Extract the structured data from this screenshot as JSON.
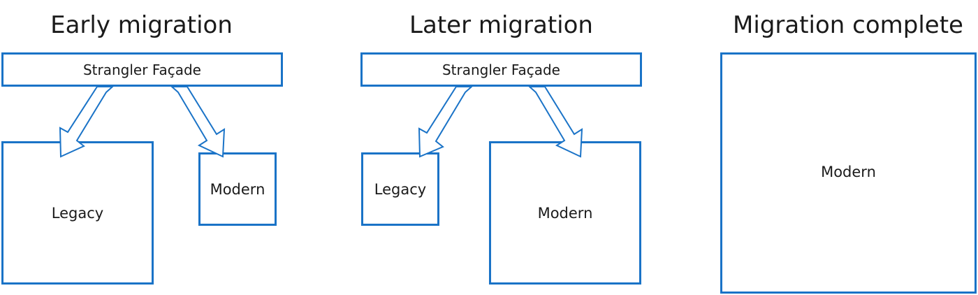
{
  "panels": [
    {
      "title": "Early migration",
      "facade": "Strangler Façade",
      "legacy": "Legacy",
      "modern": "Modern"
    },
    {
      "title": "Later migration",
      "facade": "Strangler Façade",
      "legacy": "Legacy",
      "modern": "Modern"
    },
    {
      "title": "Migration complete",
      "modern": "Modern"
    }
  ],
  "colors": {
    "stroke": "#1a73c7",
    "text": "#1a1a1a",
    "background": "#ffffff"
  }
}
